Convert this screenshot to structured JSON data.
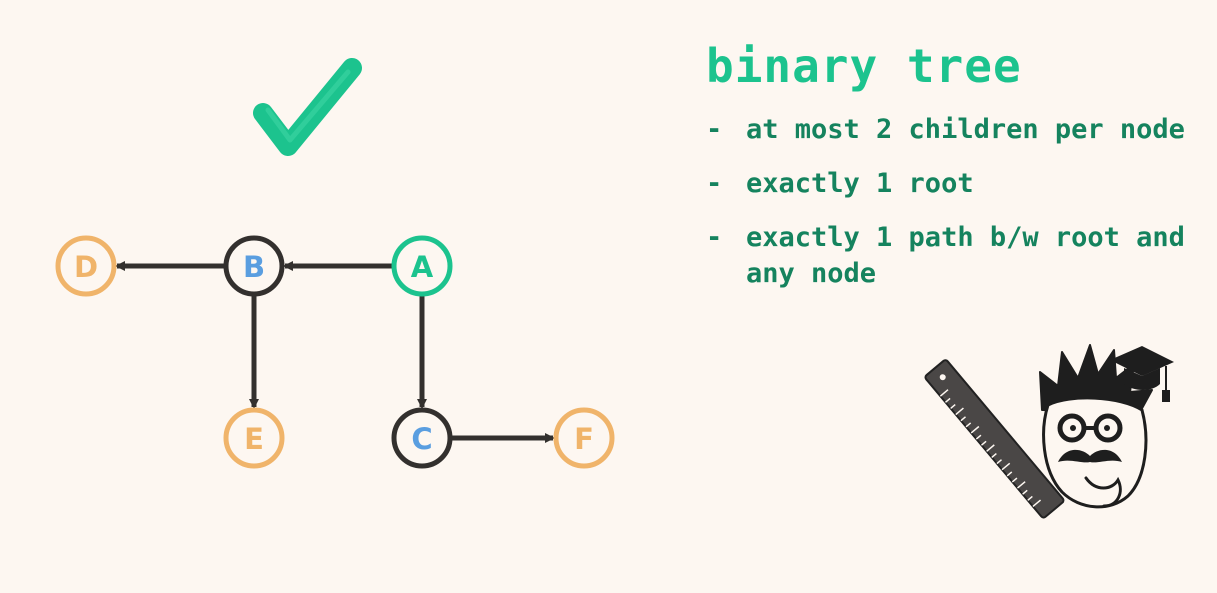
{
  "heading": {
    "title": "binary tree"
  },
  "bullets": [
    {
      "dash": "-",
      "text": "at most 2 children per node"
    },
    {
      "dash": "-",
      "text": "exactly 1 root"
    },
    {
      "dash": "-",
      "text": "exactly 1 path b/w root and any node"
    }
  ],
  "tree": {
    "nodes": [
      {
        "id": "A",
        "label": "A",
        "role": "root"
      },
      {
        "id": "B",
        "label": "B",
        "role": "internal"
      },
      {
        "id": "C",
        "label": "C",
        "role": "internal"
      },
      {
        "id": "D",
        "label": "D",
        "role": "leaf"
      },
      {
        "id": "E",
        "label": "E",
        "role": "leaf"
      },
      {
        "id": "F",
        "label": "F",
        "role": "leaf"
      }
    ],
    "edges": [
      {
        "from": "A",
        "to": "B"
      },
      {
        "from": "A",
        "to": "C"
      },
      {
        "from": "B",
        "to": "D"
      },
      {
        "from": "B",
        "to": "E"
      },
      {
        "from": "C",
        "to": "F"
      }
    ]
  },
  "colors": {
    "background": "#fdf7f1",
    "check": "#1cc38e",
    "title": "#1cc38e",
    "bullet_text": "#15835e",
    "root_stroke": "#1cc38e",
    "internal_stroke": "#33302e",
    "leaf_stroke": "#f0b46a",
    "internal_label": "#5a9ee0",
    "leaf_label": "#f0b46a",
    "edge": "#33302e"
  },
  "icons": {
    "check": "check-mark-icon",
    "mascot": "professor-mascot-icon",
    "ruler": "ruler-icon",
    "cap": "graduation-cap-icon"
  }
}
